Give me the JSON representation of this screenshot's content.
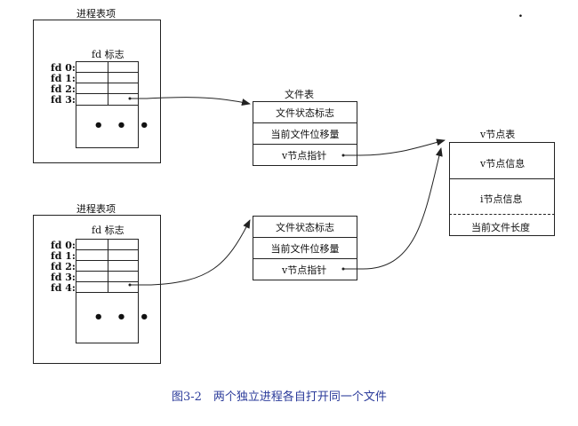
{
  "process1": {
    "title": "进程表项",
    "fd_flags_label": "fd 标志",
    "fd_labels": [
      "fd 0:",
      "fd 1:",
      "fd 2:",
      "fd 3:"
    ],
    "ellipsis": "• • •"
  },
  "process2": {
    "title": "进程表项",
    "fd_flags_label": "fd 标志",
    "fd_labels": [
      "fd 0:",
      "fd 1:",
      "fd 2:",
      "fd 3:",
      "fd 4:"
    ],
    "ellipsis": "• • •"
  },
  "file_table": {
    "title": "文件表",
    "entry1": [
      "文件状态标志",
      "当前文件位移量",
      "v节点指针"
    ],
    "entry2": [
      "文件状态标志",
      "当前文件位移量",
      "v节点指针"
    ]
  },
  "vnode_table": {
    "title": "v节点表",
    "rows": [
      "v节点信息",
      "i节点信息",
      "当前文件长度"
    ]
  },
  "stray_mark": ".",
  "caption": "图3-2　两个独立进程各自打开同一个文件",
  "colors": {
    "caption": "#2a3a9a",
    "line": "#222222"
  }
}
